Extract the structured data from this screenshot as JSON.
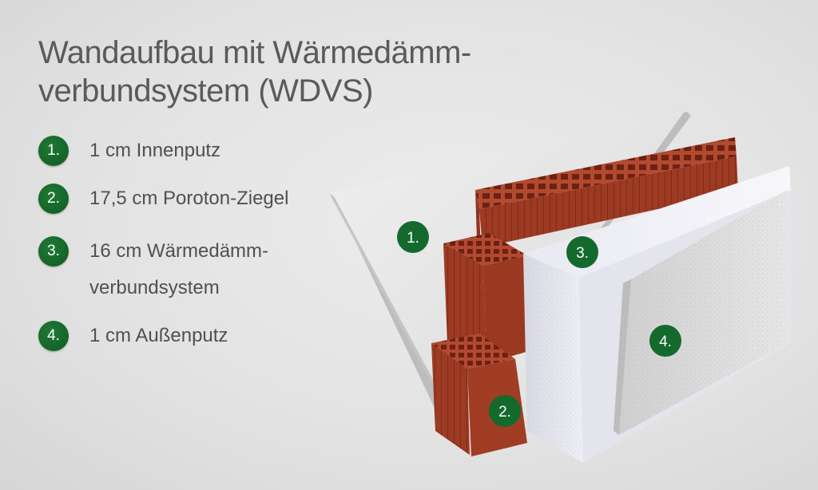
{
  "title": {
    "line1": "Wandaufbau mit Wärmedämm-",
    "line2": "verbundsystem (WDVS)"
  },
  "legend": [
    {
      "number": "1.",
      "line1": "1 cm Innenputz",
      "line2": ""
    },
    {
      "number": "2.",
      "line1": "17,5 cm Poroton-Ziegel",
      "line2": ""
    },
    {
      "number": "3.",
      "line1": "16 cm Wärmedämm-",
      "line2": "verbundsystem"
    },
    {
      "number": "4.",
      "line1": "1 cm Außenputz",
      "line2": ""
    }
  ],
  "diagram_labels": [
    "1.",
    "2.",
    "3.",
    "4."
  ],
  "colors": {
    "badge_green": "#146a2c",
    "brick": "#a8432b",
    "plaster": "#e4e4e4",
    "insulation": "#e6e6f0"
  }
}
